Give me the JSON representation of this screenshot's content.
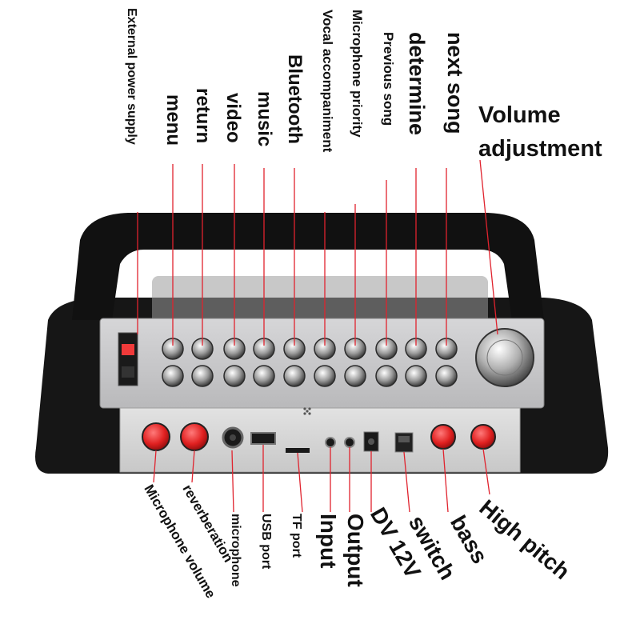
{
  "top_labels": {
    "external_power": "External power supply",
    "menu": "menu",
    "return": "return",
    "video": "video",
    "music": "music",
    "bluetooth": "Bluetooth",
    "vocal": "Vocal accompaniment",
    "mic_priority": "Microphone priority",
    "previous": "Previous song",
    "determine": "determine",
    "next": "next song",
    "volume_line1": "Volume",
    "volume_line2": "adjustment"
  },
  "bottom_labels": {
    "mic_volume": "Microphone volume",
    "reverberation": "reverberation",
    "microphone": "microphone",
    "usb": "USB port",
    "tf": "TF port",
    "input": "Input",
    "output": "Output",
    "dv12": "DV 12V",
    "switch": "switch",
    "bass": "bass",
    "high_pitch": "High pitch"
  },
  "colors": {
    "leader_line": "#e0232e",
    "knob_red": "#e02020",
    "panel": "#c9c9cb",
    "body": "#161616"
  }
}
